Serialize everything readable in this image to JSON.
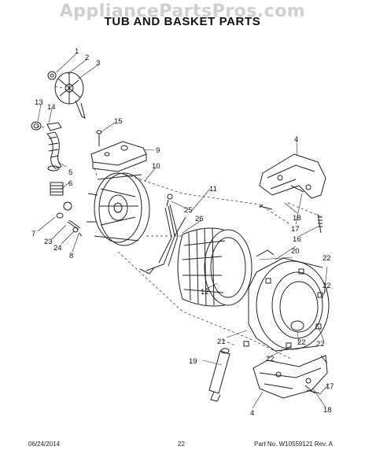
{
  "watermark": "AppliancePartsPros.com",
  "title": "TUB AND BASKET PARTS",
  "footer": {
    "date": "06/24/2014",
    "page": "22",
    "part_number": "Part No.  W10559121  Rev. A"
  },
  "callouts": [
    "1",
    "2",
    "3",
    "13",
    "14",
    "15",
    "9",
    "10",
    "11",
    "5",
    "6",
    "25",
    "26",
    "7",
    "23",
    "24",
    "8",
    "4",
    "18",
    "17",
    "16",
    "20",
    "12",
    "22",
    "21",
    "19"
  ]
}
